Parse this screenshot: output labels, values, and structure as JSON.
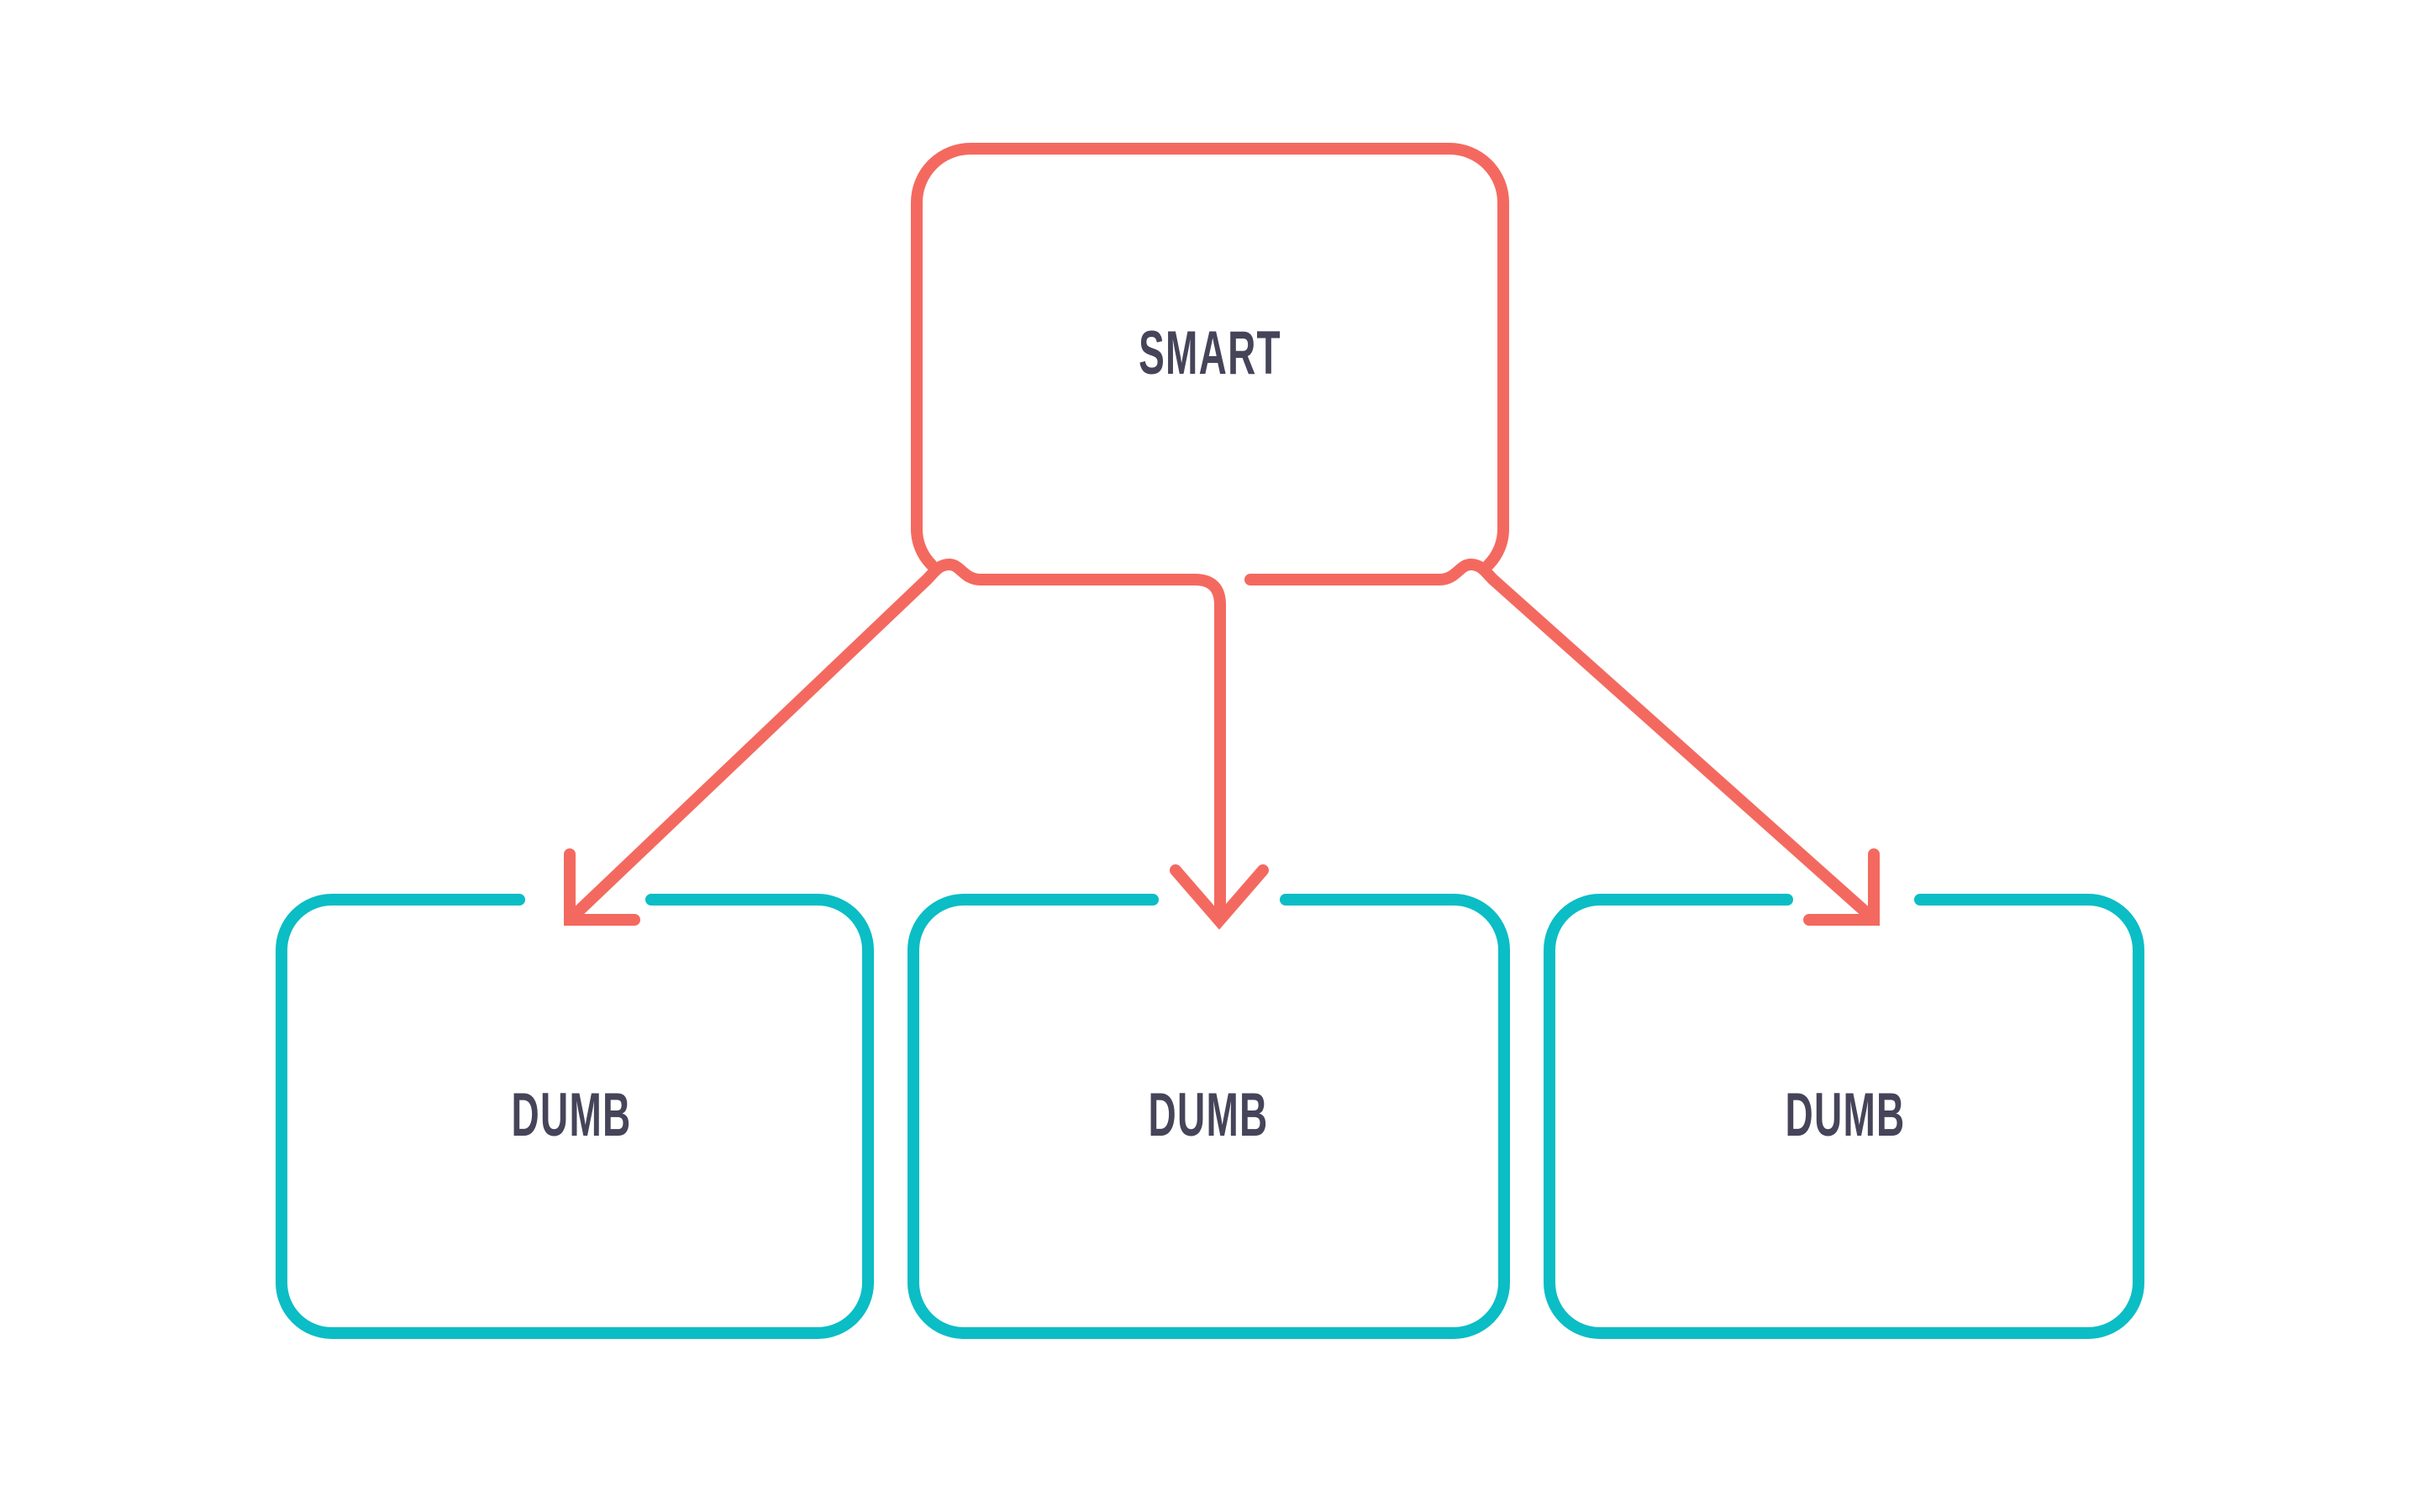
{
  "diagram": {
    "type": "flowchart",
    "background": "#FFFFFF",
    "colors": {
      "smart_node": "#F4695F",
      "dumb_node": "#0BBDC5",
      "label_text": "#454459"
    },
    "nodes": [
      {
        "id": "smart",
        "label": "SMART"
      },
      {
        "id": "dumb-1",
        "label": "DUMB"
      },
      {
        "id": "dumb-2",
        "label": "DUMB"
      },
      {
        "id": "dumb-3",
        "label": "DUMB"
      }
    ],
    "edges": [
      {
        "from": "smart",
        "to": "dumb-1",
        "style": "arrow"
      },
      {
        "from": "smart",
        "to": "dumb-2",
        "style": "arrow"
      },
      {
        "from": "smart",
        "to": "dumb-3",
        "style": "arrow"
      }
    ]
  }
}
